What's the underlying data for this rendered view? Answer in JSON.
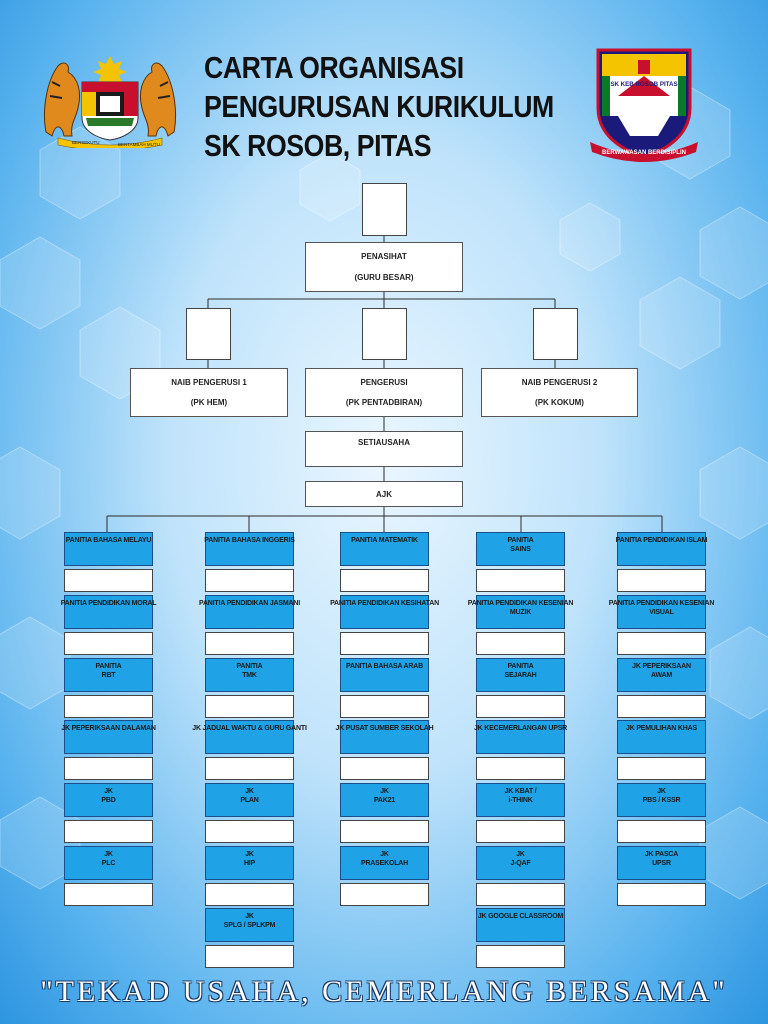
{
  "title": {
    "line1": "CARTA ORGANISASI",
    "line2": "PENGURUSAN KURIKULUM",
    "line3": "SK ROSOB, PITAS"
  },
  "left_logo": {
    "icon": "malaysia-coat-of-arms-icon",
    "motto_left": "BERSEKUTU",
    "motto_right": "BERTAMBAH MUTU"
  },
  "right_logo": {
    "icon": "school-crest-icon",
    "top_text": "SK KEB ROSOB PITAS",
    "ribbon": "BERWAWASAN BERDISIPLIN"
  },
  "penasihat": {
    "title": "PENASIHAT",
    "subtitle": "(GURU BESAR)"
  },
  "naib1": {
    "title": "NAIB PENGERUSI 1",
    "subtitle": "(PK HEM)"
  },
  "pengerusi": {
    "title": "PENGERUSI",
    "subtitle": "(PK PENTADBIRAN)"
  },
  "naib2": {
    "title": "NAIB PENGERUSI 2",
    "subtitle": "(PK KOKUM)"
  },
  "setiausaha": {
    "title": "SETIAUSAHA"
  },
  "ajk": {
    "title": "AJK"
  },
  "columns": [
    {
      "items": [
        "PANITIA BAHASA MELAYU",
        "PANITIA PENDIDIKAN MORAL",
        "PANITIA\nRBT",
        "JK PEPERIKSAAN DALAMAN",
        "JK\nPBD",
        "JK\nPLC"
      ]
    },
    {
      "items": [
        "PANITIA BAHASA INGGERIS",
        "PANITIA PENDIDIKAN JASMANI",
        "PANITIA\nTMK",
        "JK JADUAL WAKTU & GURU GANTI",
        "JK\nPLAN",
        "JK\nHIP",
        "JK\nSPLG / SPLKPM"
      ]
    },
    {
      "items": [
        "PANITIA MATEMATIK",
        "PANITIA PENDIDIKAN KESIHATAN",
        "PANITIA BAHASA ARAB",
        "JK PUSAT SUMBER SEKOLAH",
        "JK\nPAK21",
        "JK\nPRASEKOLAH"
      ]
    },
    {
      "items": [
        "PANITIA\nSAINS",
        "PANITIA PENDIDIKAN KESENIAN MUZIK",
        "PANITIA\nSEJARAH",
        "JK KECEMERLANGAN UPSR",
        "JK KBAT /\ni-THINK",
        "JK\nJ-QAF",
        "JK GOOGLE CLASSROOM"
      ]
    },
    {
      "items": [
        "PANITIA PENDIDIKAN ISLAM",
        "PANITIA PENDIDIKAN KESENIAN VISUAL",
        "JK PEPERIKSAAN\nAWAM",
        "JK PEMULIHAN KHAS",
        "JK\nPBS / KSSR",
        "JK PASCA\nUPSR"
      ]
    }
  ],
  "motto": "\"TEKAD USAHA, CEMERLANG BERSAMA\""
}
